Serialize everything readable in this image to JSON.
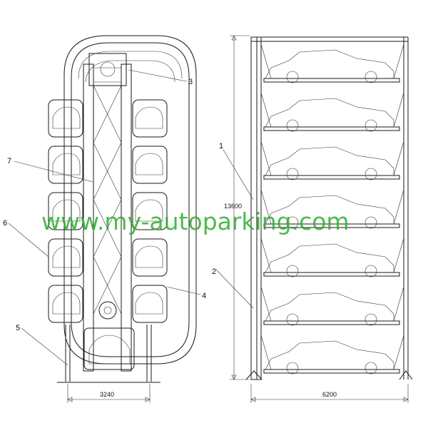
{
  "callouts": [
    "1",
    "2",
    "3",
    "4",
    "5",
    "6",
    "7"
  ],
  "dimensions": {
    "front_width": "3240",
    "side_width": "6200",
    "height": "13600"
  },
  "watermark": "www.my-autoparking.com",
  "colors": {
    "line": "#1a1a1a",
    "watermark": "#2fae2f"
  }
}
